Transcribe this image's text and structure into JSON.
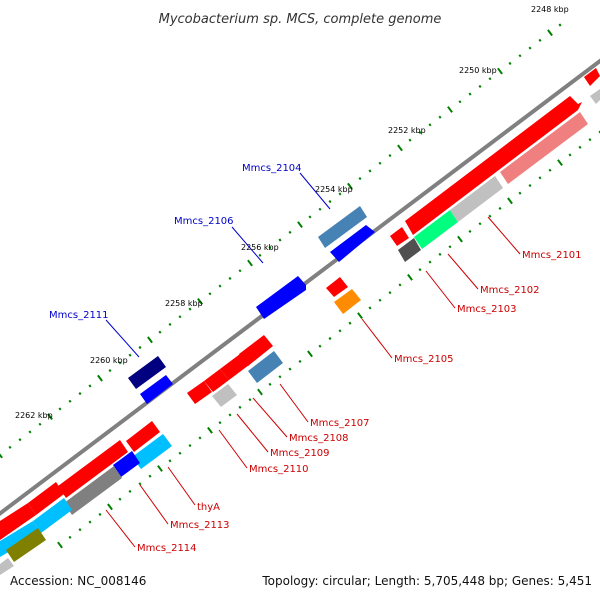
{
  "title": "Mycobacterium sp. MCS, complete genome",
  "footer": {
    "accession": "Accession: NC_008146",
    "topology": "Topology: circular; Length: 5,705,448 bp; Genes: 5,451"
  },
  "ticks": [
    "2248 kbp",
    "2250 kbp",
    "2252 kbp",
    "2254 kbp",
    "2256 kbp",
    "2258 kbp",
    "2260 kbp",
    "2262 kbp"
  ],
  "labels": {
    "blue": [
      "Mmcs_2104",
      "Mmcs_2106",
      "Mmcs_2111"
    ],
    "red": [
      "Mmcs_2101",
      "Mmcs_2102",
      "Mmcs_2103",
      "Mmcs_2105",
      "Mmcs_2107",
      "Mmcs_2108",
      "Mmcs_2109",
      "Mmcs_2110",
      "thyA",
      "Mmcs_2113",
      "Mmcs_2114"
    ]
  },
  "colors": {
    "backbone": "#808080",
    "gene_red": "#ff0000",
    "gene_pink": "#f08080",
    "gene_blue": "#0000ff",
    "gene_navy": "#000080",
    "gene_steel": "#4682b4",
    "gene_orange": "#ff8c00",
    "gene_green": "#00ff7f",
    "gene_skyblue": "#00bfff",
    "gene_gray": "#808080",
    "gene_lightgray": "#c0c0c0",
    "gene_darkgray": "#505050",
    "gene_olive": "#808000",
    "tick_green": "#008000",
    "label_blue": "#0000cc",
    "label_red": "#cc0000"
  }
}
